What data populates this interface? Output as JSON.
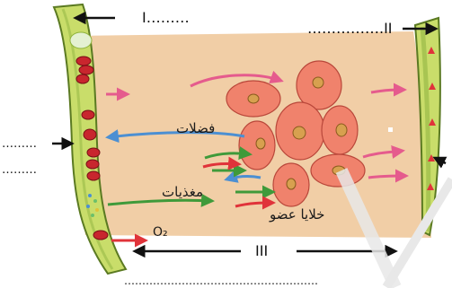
{
  "labels": {
    "label_I": "I………",
    "label_II": "…………….II",
    "label_III": "III",
    "left_dots_1": "………",
    "left_dots_2": "………",
    "bottom_dots": "………………………………………………"
  },
  "arabic": {
    "waste": "فضلات",
    "nutrients": "مغذيات",
    "organ_cells": "خلايا عضو",
    "oxygen": "O₂"
  },
  "colors": {
    "tissue_fill": "#efc99c",
    "vessel_outer": "#c9dd6a",
    "vessel_inner": "#8fb43c",
    "red_cell": "#c8262e",
    "cell_fill": "#f0826c",
    "nucleus": "#d7a04f",
    "arrow_red": "#e0333a",
    "arrow_pink": "#e55b8d",
    "arrow_green": "#3f9a3a",
    "arrow_blue": "#4c8fd2"
  }
}
